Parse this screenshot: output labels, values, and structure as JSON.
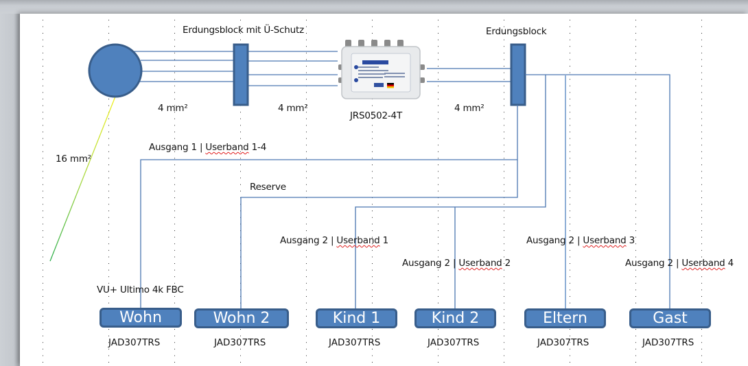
{
  "labels": {
    "ground_block_surge": "Erdungsblock mit Ü-Schutz",
    "ground_block": "Erdungsblock",
    "multiswitch_model": "JRS0502-4T",
    "wire_4mm_1": "4 mm²",
    "wire_4mm_2": "4 mm²",
    "wire_4mm_3": "4 mm²",
    "wire_16mm": "16 mm²",
    "output1": {
      "prefix": "Ausgang 1 | ",
      "word": "Userband",
      "suffix": " 1-4"
    },
    "reserve": "Reserve",
    "output2_ub1": {
      "prefix": "Ausgang 2 | ",
      "word": "Userband",
      "suffix": " 1"
    },
    "output2_ub2": {
      "prefix": "Ausgang 2 | ",
      "word": "Userband",
      "suffix": " 2"
    },
    "output2_ub3": {
      "prefix": "Ausgang 2 | ",
      "word": "Userband",
      "suffix": " 3"
    },
    "output2_ub4": {
      "prefix": "Ausgang 2 | ",
      "word": "Userband",
      "suffix": " 4"
    },
    "receiver": "VU+ Ultimo 4k FBC"
  },
  "rooms": [
    {
      "name": "Wohn",
      "device": "JAD307TRS"
    },
    {
      "name": "Wohn 2",
      "device": "JAD307TRS"
    },
    {
      "name": "Kind 1",
      "device": "JAD307TRS"
    },
    {
      "name": "Kind 2",
      "device": "JAD307TRS"
    },
    {
      "name": "Eltern",
      "device": "JAD307TRS"
    },
    {
      "name": "Gast",
      "device": "JAD307TRS"
    }
  ],
  "colors": {
    "shape_fill": "#4f81bd",
    "shape_border": "#385d8a",
    "cable": "#4a76b0",
    "ground_wire_yellow": "#e8f030",
    "ground_wire_green": "#3cb050"
  }
}
